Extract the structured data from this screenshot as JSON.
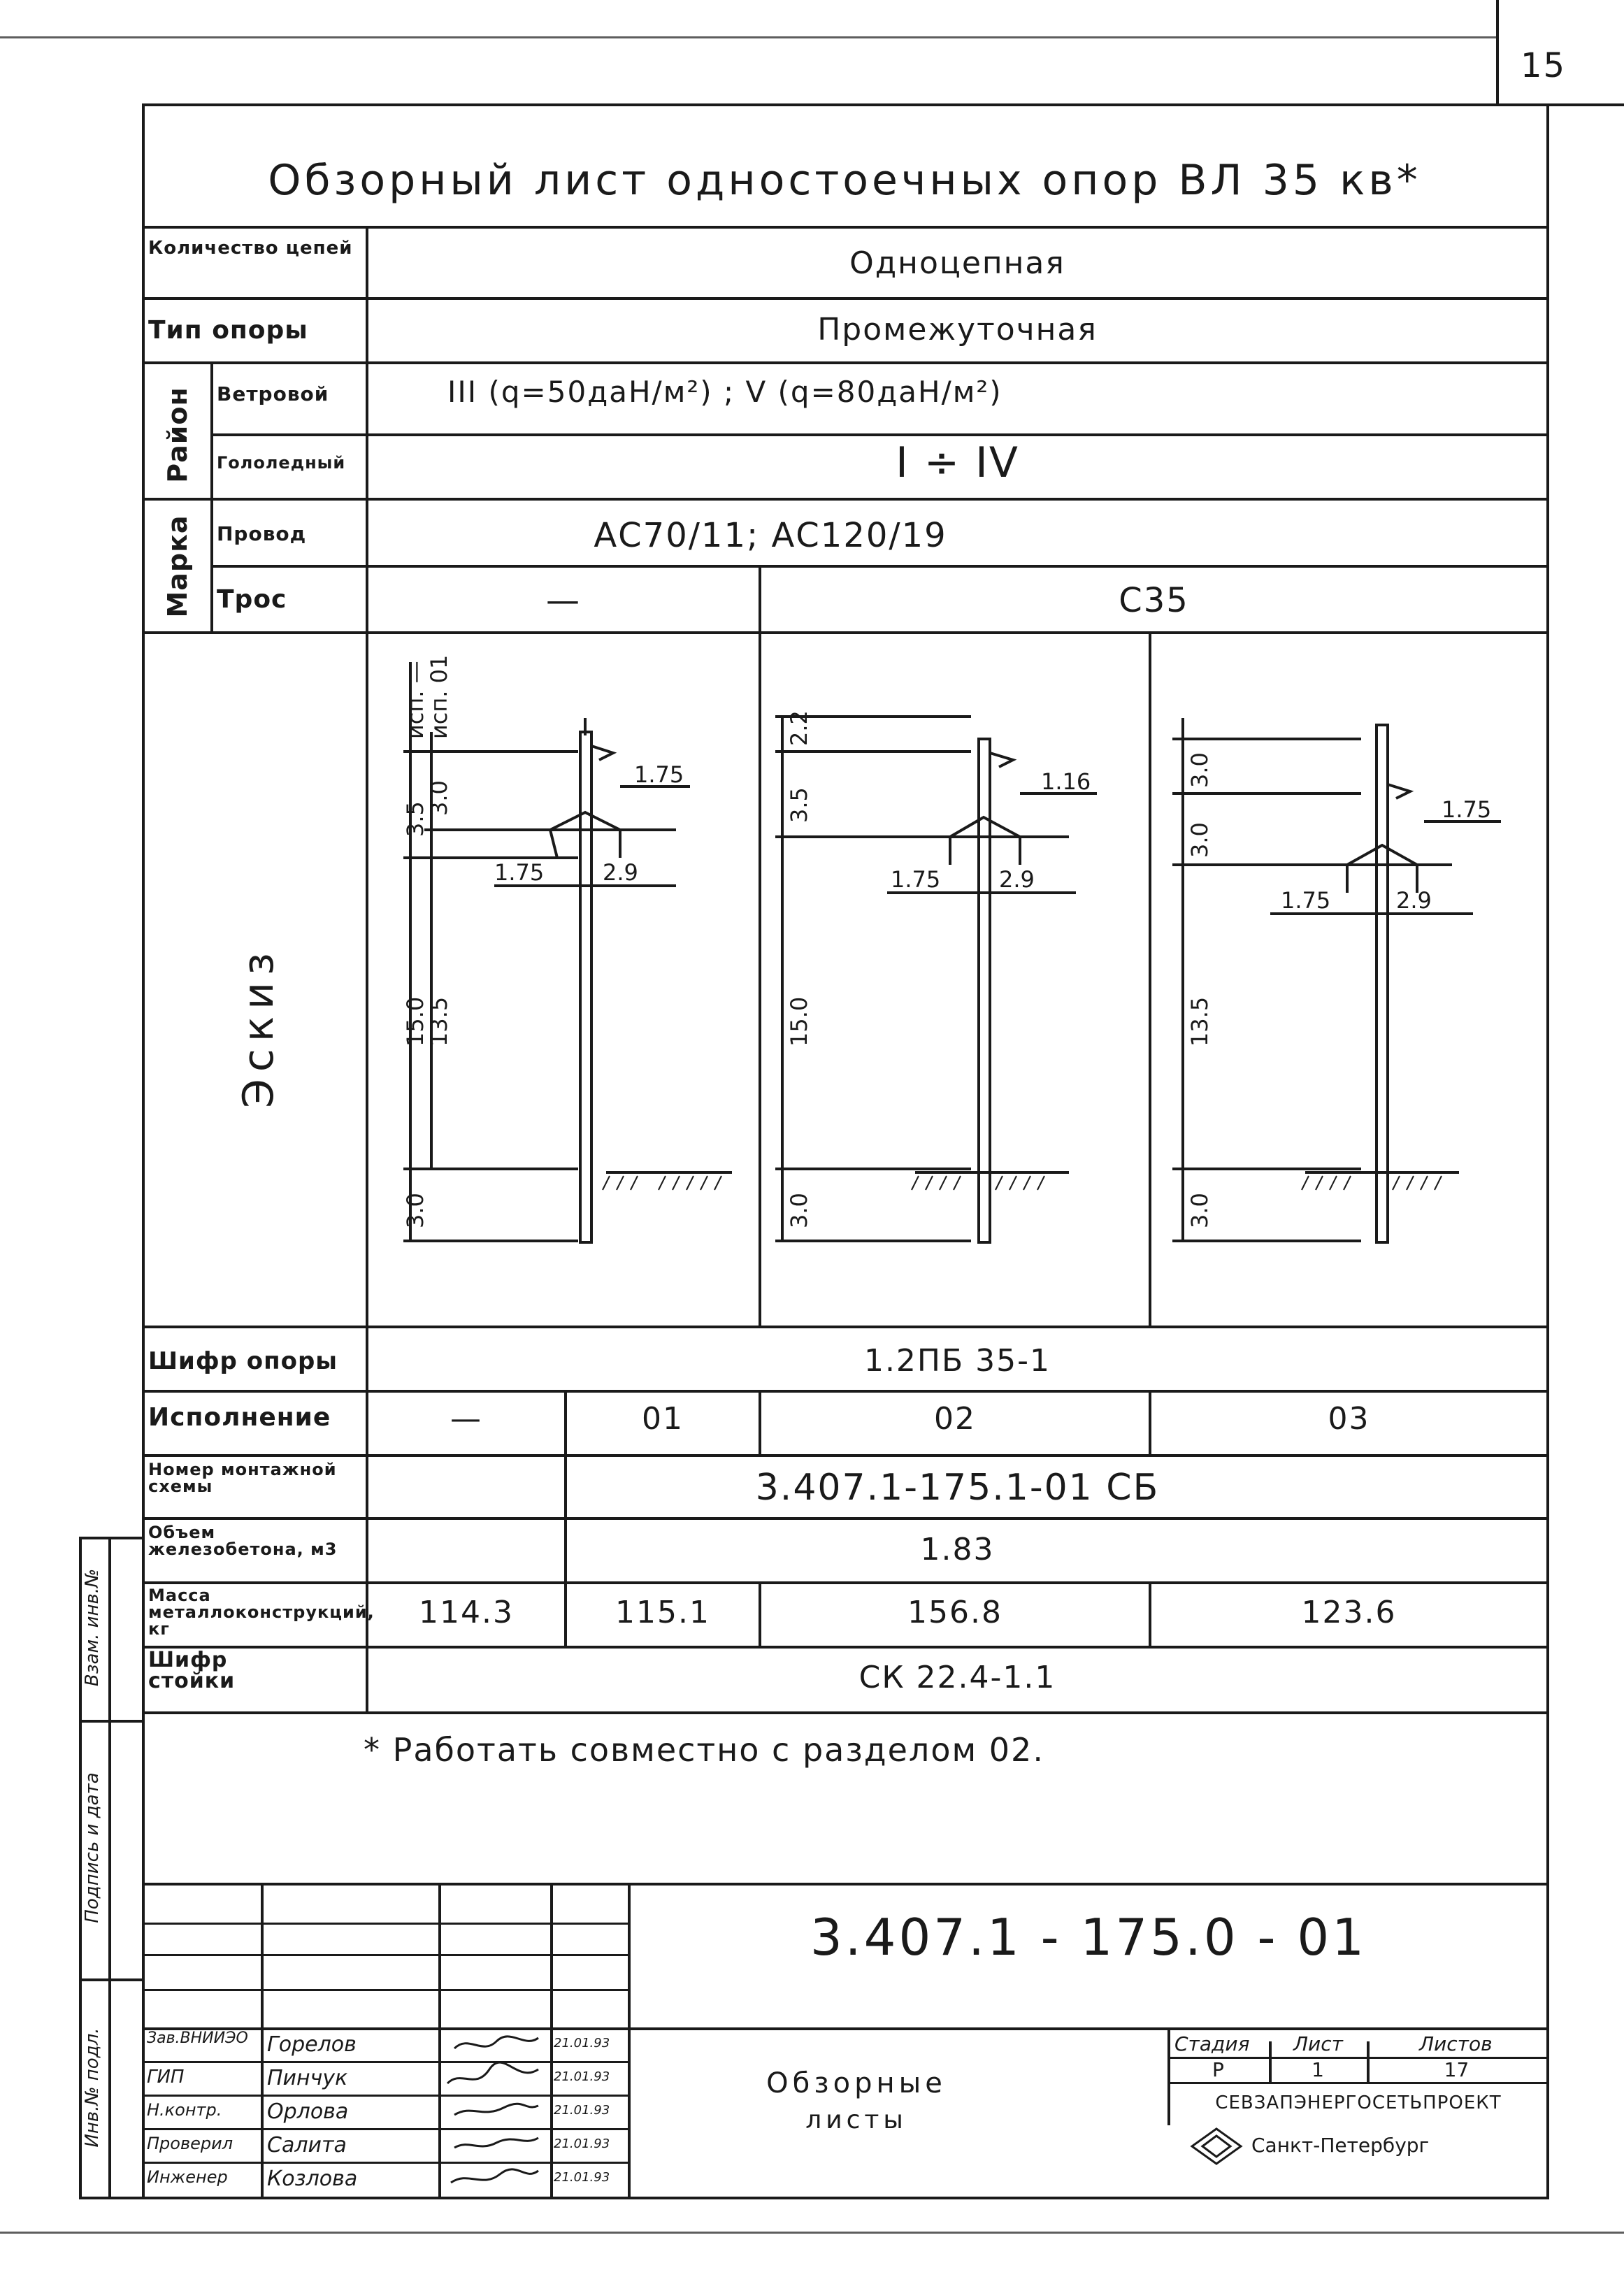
{
  "page_number": "15",
  "title": "Обзорный лист одностоечных опор ВЛ 35 кв*",
  "rows": {
    "circuits": {
      "label": "Количество цепей",
      "value": "Одноцепная"
    },
    "support_type": {
      "label": "Тип опоры",
      "value": "Промежуточная"
    },
    "district": {
      "group_label": "Район",
      "wind": {
        "label": "Ветровой",
        "value": "III (q=50даН/м²) ; V (q=80даН/м²)"
      },
      "ice": {
        "label": "Гололедный",
        "value": "I ÷ IV"
      }
    },
    "brand": {
      "group_label": "Марка",
      "wire": {
        "label": "Провод",
        "value": "АС70/11; АС120/19"
      },
      "cable": {
        "label": "Трос",
        "value_left": "—",
        "value_right": "С35"
      }
    },
    "sketch": {
      "label": "Эскиз"
    },
    "support_code": {
      "label": "Шифр опоры",
      "value": "1.2ПБ 35-1"
    },
    "execution": {
      "label": "Исполнение",
      "values": [
        "—",
        "01",
        "02",
        "03"
      ]
    },
    "scheme_number": {
      "label": "Номер монтажной схемы",
      "value": "3.407.1-175.1-01 СБ"
    },
    "concrete_volume": {
      "label": "Объем железобетона, м3",
      "value": "1.83"
    },
    "metal_mass": {
      "label": "Масса металлоконструкций, кг",
      "values": [
        "114.3",
        "115.1",
        "156.8",
        "123.6"
      ]
    },
    "rack_code": {
      "label": "Шифр стойки",
      "value": "СК 22.4-1.1"
    }
  },
  "note": "* Работать совместно с разделом 02.",
  "sketches": [
    {
      "dims": [
        "исп. —",
        "исп. 01",
        "3.5",
        "3.0",
        "1.75",
        "1.75",
        "2.9",
        "15.0",
        "13.5",
        "3.0"
      ]
    },
    {
      "dims": [
        "2.2",
        "3.5",
        "1.16",
        "1.75",
        "2.9",
        "15.0",
        "3.0"
      ]
    },
    {
      "dims": [
        "3.0",
        "3.0",
        "1.75",
        "1.75",
        "2.9",
        "13.5",
        "3.0"
      ]
    }
  ],
  "side_stamps": [
    "Взам. инв.№",
    "Подпись и дата",
    "Инв.№ подл."
  ],
  "title_block": {
    "doc_code": "3.407.1 - 175.0 - 01",
    "sheet_name_line1": "Обзорные",
    "sheet_name_line2": "листы",
    "stage_header": "Стадия",
    "sheet_header": "Лист",
    "sheets_header": "Листов",
    "stage": "Р",
    "sheet": "1",
    "sheets": "17",
    "org_name": "СЕВЗАПЭНЕРГОСЕТЬПРОЕКТ",
    "org_city": "Санкт-Петербург",
    "staff": [
      {
        "role": "Зав.ВНИИЭО",
        "name": "Горелов",
        "date": "21.01.93"
      },
      {
        "role": "ГИП",
        "name": "Пинчук",
        "date": "21.01.93"
      },
      {
        "role": "Н.контр.",
        "name": "Орлова",
        "date": "21.01.93"
      },
      {
        "role": "Проверил",
        "name": "Салита",
        "date": "21.01.93"
      },
      {
        "role": "Инженер",
        "name": "Козлова",
        "date": "21.01.93"
      }
    ]
  }
}
